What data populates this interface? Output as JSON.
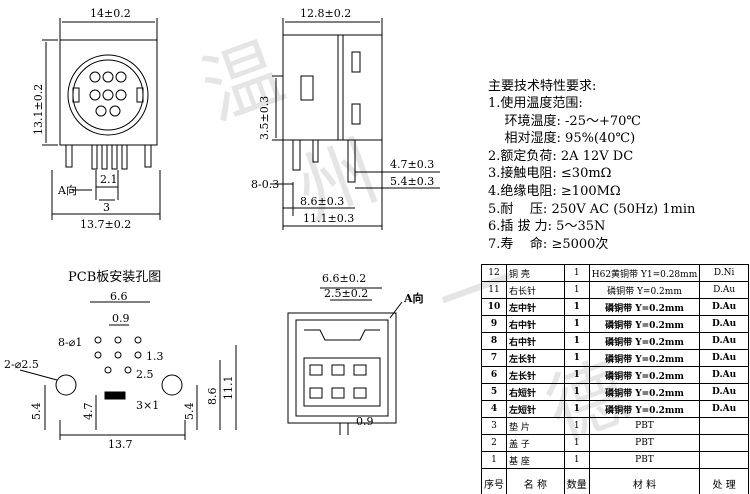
{
  "front_view": {
    "width_dim": "14±0.2",
    "height_dim": "13.1±0.2",
    "pitch_dim": "2.1",
    "pin_dim": "3",
    "base_dim": "13.7±0.2",
    "direction_label": "A向"
  },
  "side_view": {
    "width_dim": "12.8±0.2",
    "pin_height_dim": "3.5±0.3",
    "dim_4_7": "4.7±0.3",
    "dim_5_4": "5.4±0.3",
    "dim_8": "8-0.3",
    "dim_8_6": "8.6±0.3",
    "dim_11_1": "11.1±0.3"
  },
  "pcb_layout": {
    "title": "PCB板安装孔图",
    "dim_6_6": "6.6",
    "dim_0_9": "0.9",
    "holes_label": "8-⌀1",
    "mount_label": "2-⌀2.5",
    "dim_1_3": "1.3",
    "dim_2_5": "2.5",
    "dim_3x1": "3×1",
    "dim_5_4_left": "5.4",
    "dim_4_7": "4.7",
    "dim_5_4_right": "5.4",
    "dim_8_6": "8.6",
    "dim_11_1": "11.1",
    "dim_13_7": "13.7"
  },
  "a_view": {
    "dim_top": "6.6±0.2",
    "dim_inner": "2.5±0.2",
    "label": "A向",
    "dim_bottom": "0.9"
  },
  "requirements": {
    "title": "主要技术特性要求:",
    "lines": [
      "1.使用温度范围:",
      "    环境温度: -25～+70℃",
      "    相对湿度: 95%(40℃)",
      "2.额定负荷: 2A 12V DC",
      "3.接触电阻: ≤30mΩ",
      "4.绝缘电阻: ≥100MΩ",
      "5.耐    压: 250V AC (50Hz) 1min",
      "6.插 拔 力: 5～35N",
      "7.寿    命: ≥5000次"
    ]
  },
  "bom": {
    "header": [
      "序号",
      "名 称",
      "数量",
      "材 料",
      "处 理"
    ],
    "rows": [
      [
        "12",
        "铜 壳",
        "1",
        "H62黄铜带 Y1=0.28mm",
        "D.Ni"
      ],
      [
        "11",
        "右长针",
        "1",
        "磷铜带 Y=0.2mm",
        "D.Au"
      ],
      [
        "10",
        "左中针",
        "1",
        "磷铜带 Y=0.2mm",
        "D.Au"
      ],
      [
        "9",
        "右中针",
        "1",
        "磷铜带 Y=0.2mm",
        "D.Au"
      ],
      [
        "8",
        "右中针",
        "1",
        "磷铜带 Y=0.2mm",
        "D.Au"
      ],
      [
        "7",
        "左长针",
        "1",
        "磷铜带 Y=0.2mm",
        "D.Au"
      ],
      [
        "6",
        "左长针",
        "1",
        "磷铜带 Y=0.2mm",
        "D.Au"
      ],
      [
        "5",
        "右短针",
        "1",
        "磷铜带 Y=0.2mm",
        "D.Au"
      ],
      [
        "4",
        "左短针",
        "1",
        "磷铜带 Y=0.2mm",
        "D.Au"
      ],
      [
        "3",
        "垫 片",
        "1",
        "PBT",
        ""
      ],
      [
        "2",
        "盖 子",
        "1",
        "PBT",
        ""
      ],
      [
        "1",
        "基 座",
        "1",
        "PBT",
        ""
      ]
    ]
  },
  "watermark": "温州一德"
}
